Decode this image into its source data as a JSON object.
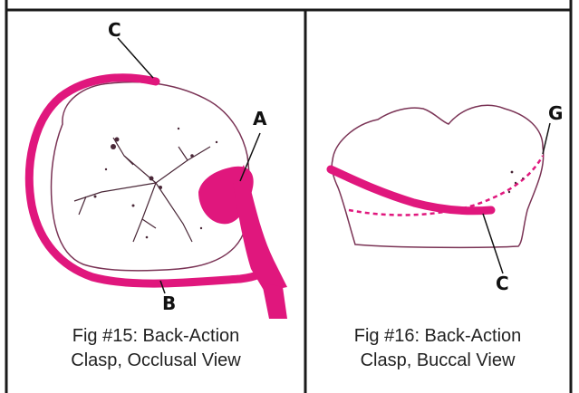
{
  "figures": [
    {
      "caption_line1": "Fig #15: Back-Action",
      "caption_line2": "Clasp, Occlusal View",
      "labels": {
        "a": "A",
        "b": "B",
        "c": "C"
      }
    },
    {
      "caption_line1": "Fig #16: Back-Action",
      "caption_line2": "Clasp, Buccal View",
      "labels": {
        "g": "G",
        "c": "C"
      }
    }
  ],
  "colors": {
    "clasp": "#e0177d",
    "tooth_outline": "#7a3355",
    "border": "#1a1a1a",
    "stipple": "#4a2838"
  }
}
